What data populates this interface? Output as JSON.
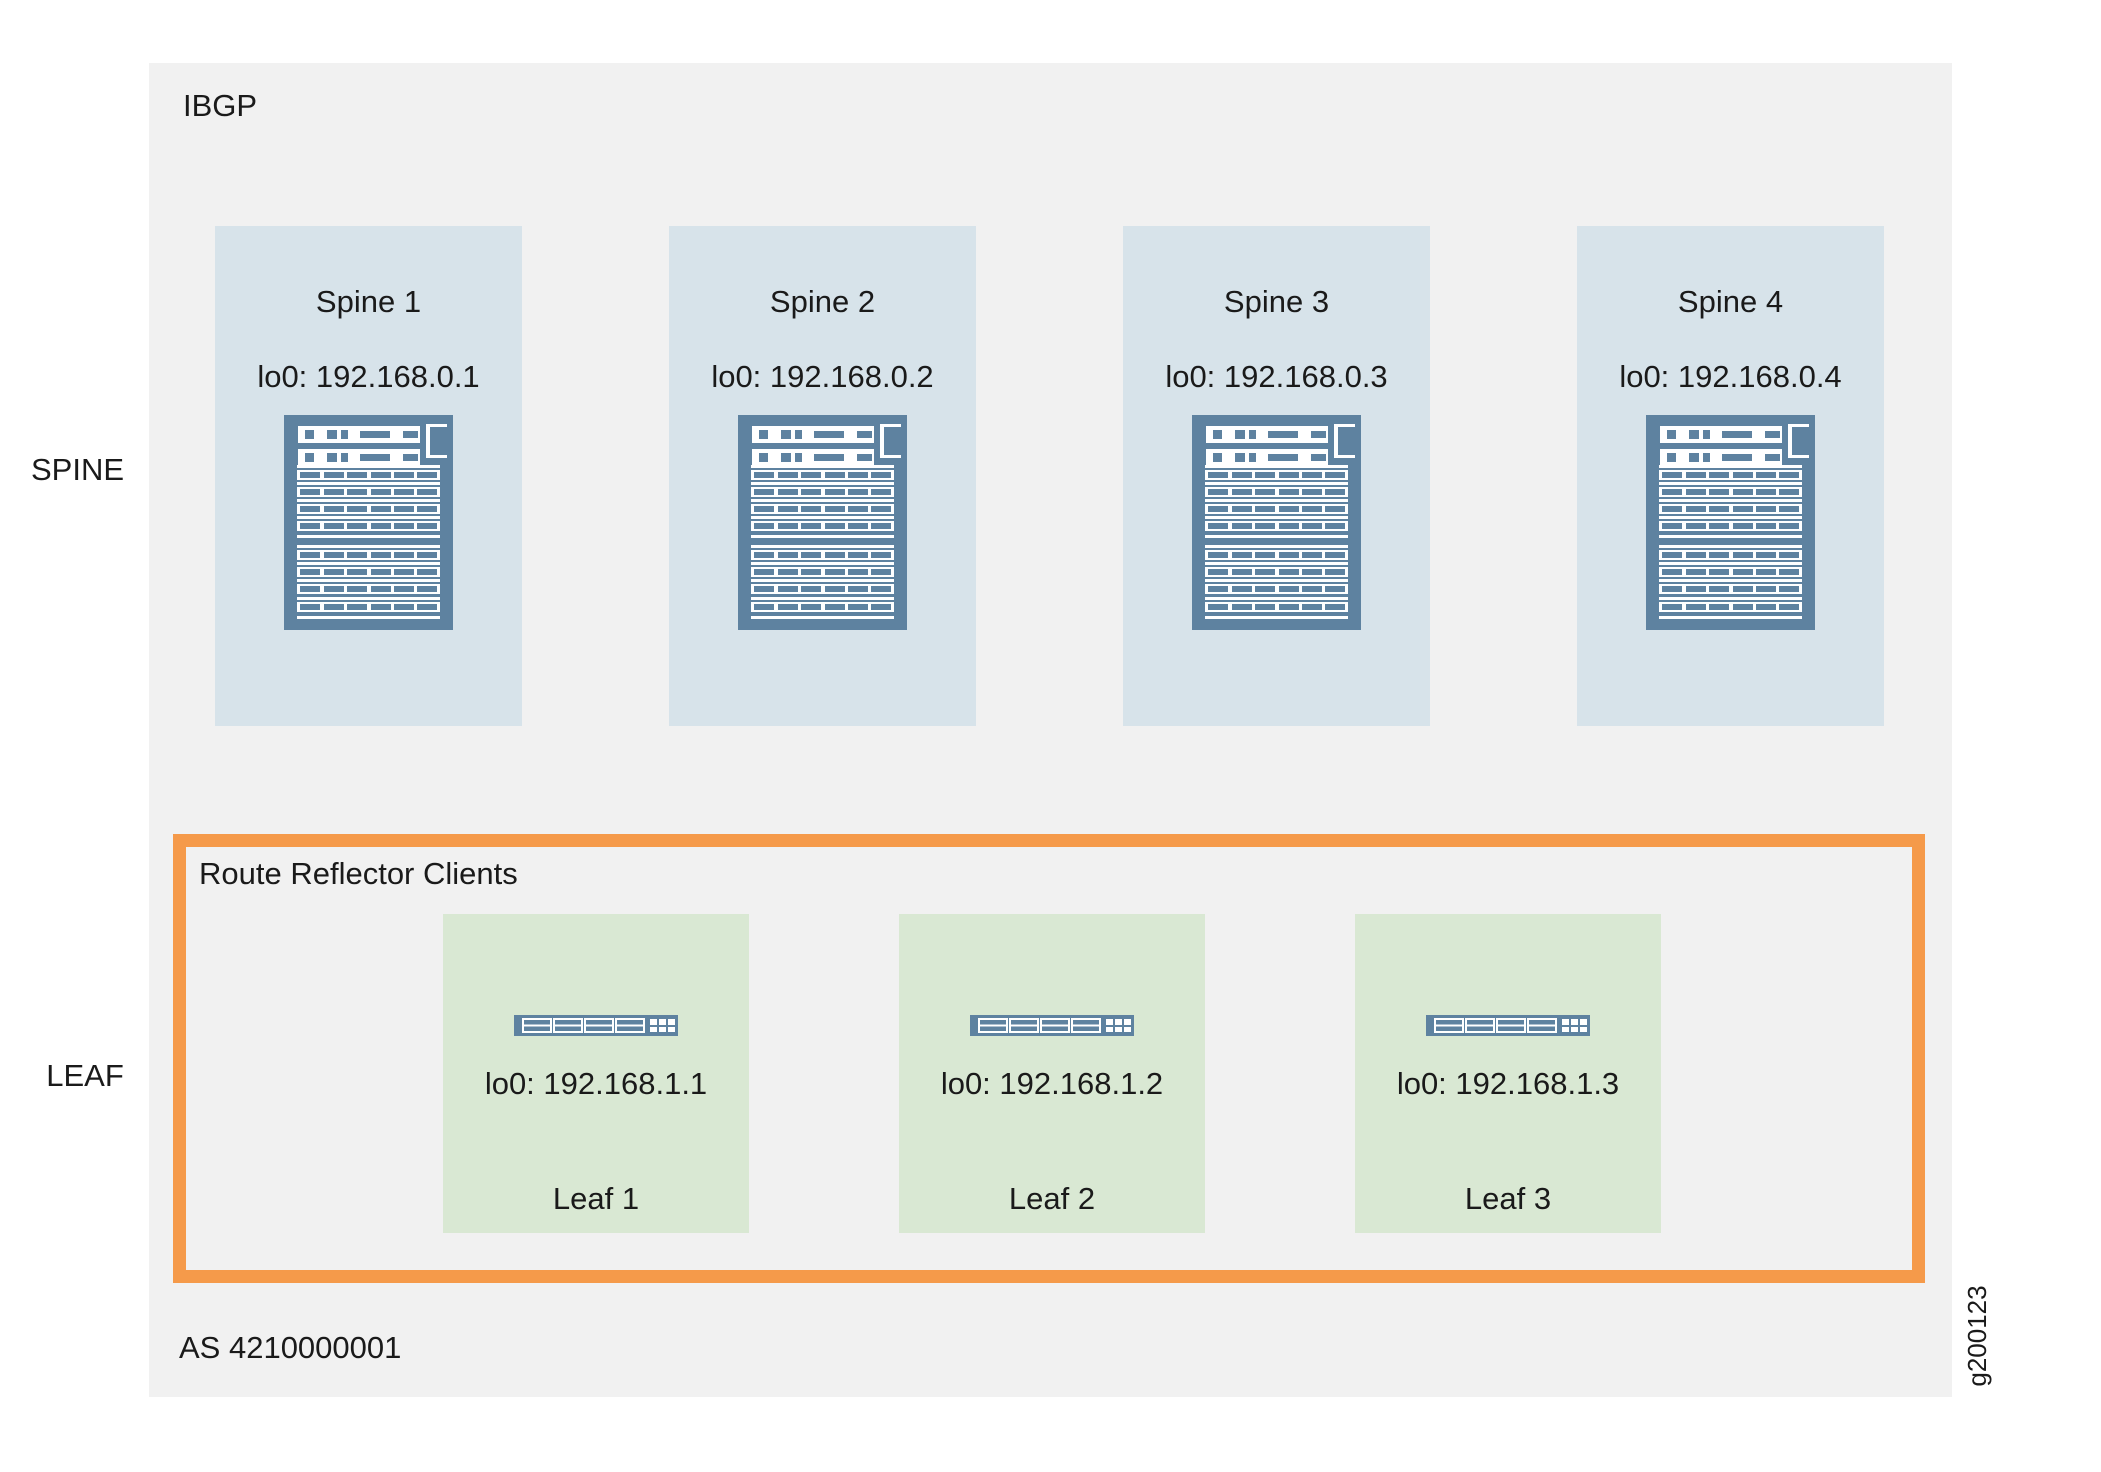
{
  "labels": {
    "protocol": "IBGP",
    "spine_row": "SPINE",
    "leaf_row": "LEAF",
    "rr_clients": "Route Reflector Clients",
    "as_number": "AS 4210000001",
    "figure_id": "g200123"
  },
  "spines": [
    {
      "name": "Spine 1",
      "loopback": "lo0: 192.168.0.1"
    },
    {
      "name": "Spine 2",
      "loopback": "lo0: 192.168.0.2"
    },
    {
      "name": "Spine 3",
      "loopback": "lo0: 192.168.0.3"
    },
    {
      "name": "Spine 4",
      "loopback": "lo0: 192.168.0.4"
    }
  ],
  "leaves": [
    {
      "name": "Leaf 1",
      "loopback": "lo0: 192.168.1.1"
    },
    {
      "name": "Leaf 2",
      "loopback": "lo0: 192.168.1.2"
    },
    {
      "name": "Leaf 3",
      "loopback": "lo0: 192.168.1.3"
    }
  ],
  "icons": {
    "spine": "chassis-switch-icon",
    "leaf": "fixed-switch-icon"
  },
  "colors": {
    "panel_bg": "#f1f1f1",
    "spine_box_bg": "#d7e3ea",
    "leaf_box_bg": "#d9e8d3",
    "device_color": "#5e82a0",
    "orange_border": "#f59a4a",
    "text": "#1a1a1a"
  }
}
